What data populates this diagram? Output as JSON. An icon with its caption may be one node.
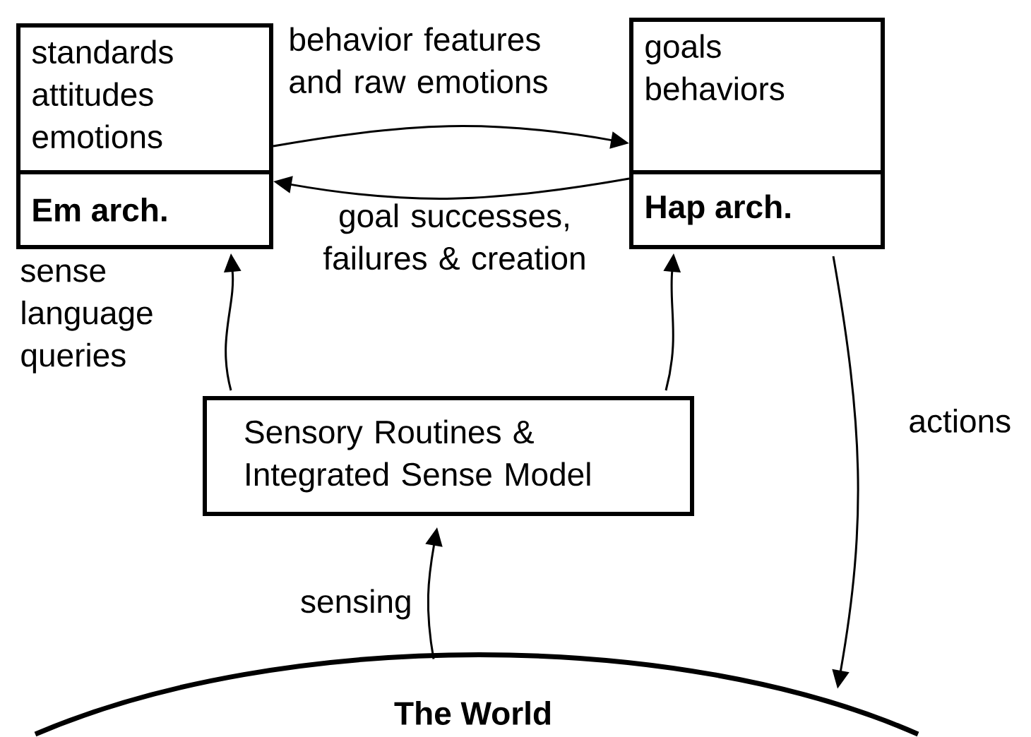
{
  "diagram": {
    "nodes": [
      {
        "text": [
          "standards attitudes emotions",
          "Em arch."
        ]
      },
      {
        "text": [
          "goals behaviors",
          "Hap arch."
        ]
      },
      {
        "text": [
          "Sensory Routines  & Integrated Sense Model"
        ]
      },
      {
        "text": [
          "The World"
        ]
      }
    ],
    "edges": [
      {
        "from": 0,
        "to": 1,
        "arrow": "to",
        "label": "behavior features and raw emotions"
      },
      {
        "from": 1,
        "to": 0,
        "arrow": "to",
        "label": "goal successes, failures & creation"
      },
      {
        "from": 2,
        "to": 0,
        "arrow": "to",
        "label": "sense language queries"
      },
      {
        "from": 2,
        "to": 1,
        "arrow": "to"
      },
      {
        "from": 3,
        "to": 2,
        "arrow": "to",
        "label": "sensing"
      },
      {
        "from": 1,
        "to": 3,
        "arrow": "to",
        "label": "actions"
      }
    ]
  }
}
